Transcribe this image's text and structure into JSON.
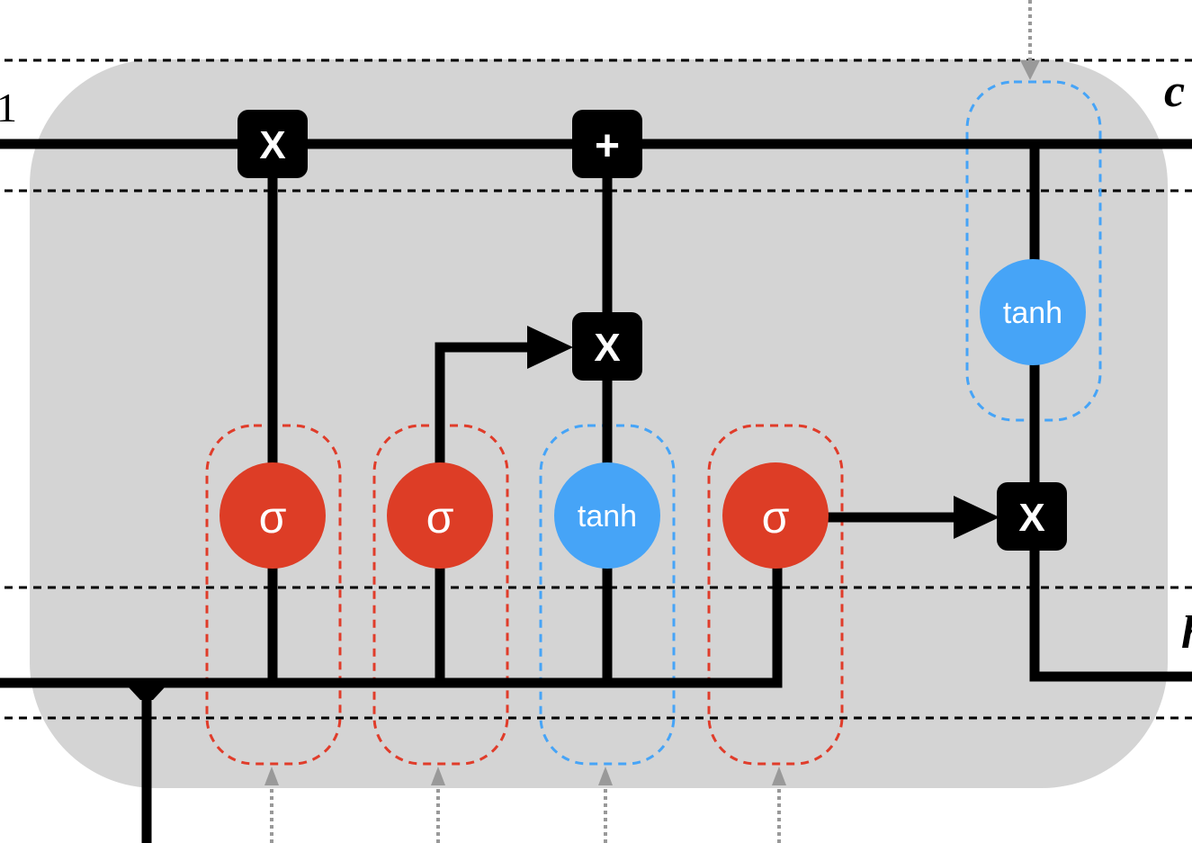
{
  "diagram": {
    "title": "LSTM cell",
    "colors": {
      "cell_background": "#d4d4d4",
      "sigmoid_fill": "#dd3d26",
      "tanh_fill": "#46a4f7",
      "sigmoid_group_border": "#e03c2a",
      "tanh_group_border": "#46a4f7",
      "operator_fill": "#000000",
      "operator_text": "#ffffff",
      "wire": "#000000",
      "external_arrow": "#999999",
      "guide_line": "#000000"
    },
    "edge_labels": {
      "cell_state_in_fragment": "1",
      "cell_state_out_fragment": "c",
      "hidden_out_fragment": "h"
    },
    "operators": [
      {
        "id": "forget-multiply",
        "symbol": "X"
      },
      {
        "id": "cell-add",
        "symbol": "+"
      },
      {
        "id": "input-multiply",
        "symbol": "X"
      },
      {
        "id": "output-multiply",
        "symbol": "X"
      }
    ],
    "activations": [
      {
        "id": "forget-gate",
        "kind": "sigmoid",
        "label": "σ"
      },
      {
        "id": "input-gate",
        "kind": "sigmoid",
        "label": "σ"
      },
      {
        "id": "candidate",
        "kind": "tanh",
        "label": "tanh"
      },
      {
        "id": "output-gate",
        "kind": "sigmoid",
        "label": "σ"
      },
      {
        "id": "cell-output-tanh",
        "kind": "tanh",
        "label": "tanh"
      }
    ]
  }
}
